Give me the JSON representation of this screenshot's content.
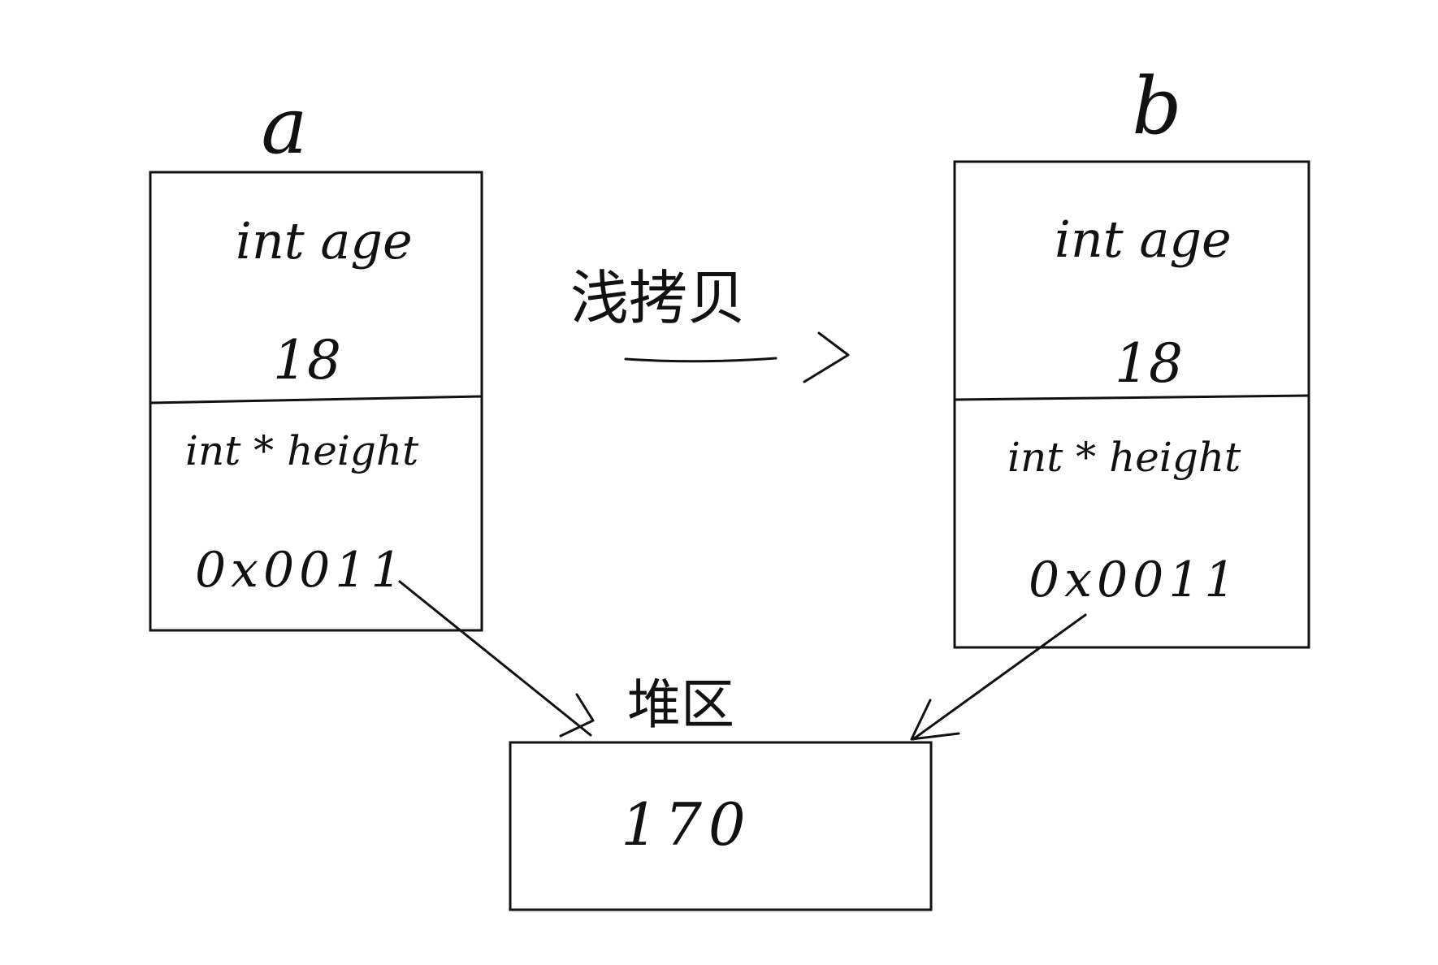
{
  "object_a": {
    "name": "a",
    "age_field": "int age",
    "age_value": "18",
    "ptr_field": "int * height",
    "ptr_value": "0x0011"
  },
  "object_b": {
    "name": "b",
    "age_field": "int age",
    "age_value": "18",
    "ptr_field": "int * height",
    "ptr_value": "0x0011"
  },
  "copy_arrow": {
    "label": "浅拷贝"
  },
  "heap": {
    "label": "堆区",
    "value": "170"
  },
  "colors": {
    "ink": "#111111",
    "background": "#ffffff"
  }
}
